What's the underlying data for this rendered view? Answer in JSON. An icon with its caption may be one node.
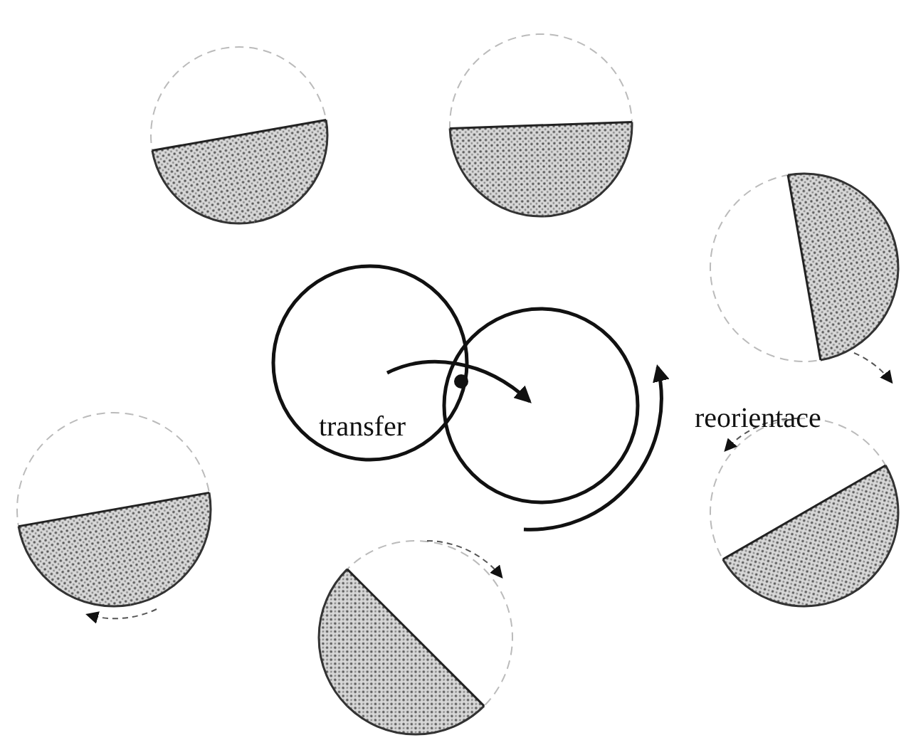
{
  "diagram": {
    "nodes": [
      {
        "text": [],
        "shape": "circle"
      },
      {
        "text": [],
        "shape": "circle"
      }
    ],
    "edges": [
      {
        "from": 0,
        "to": 1,
        "arrow": "to",
        "label": "transfer"
      }
    ],
    "labels": [
      "reorientace"
    ]
  }
}
